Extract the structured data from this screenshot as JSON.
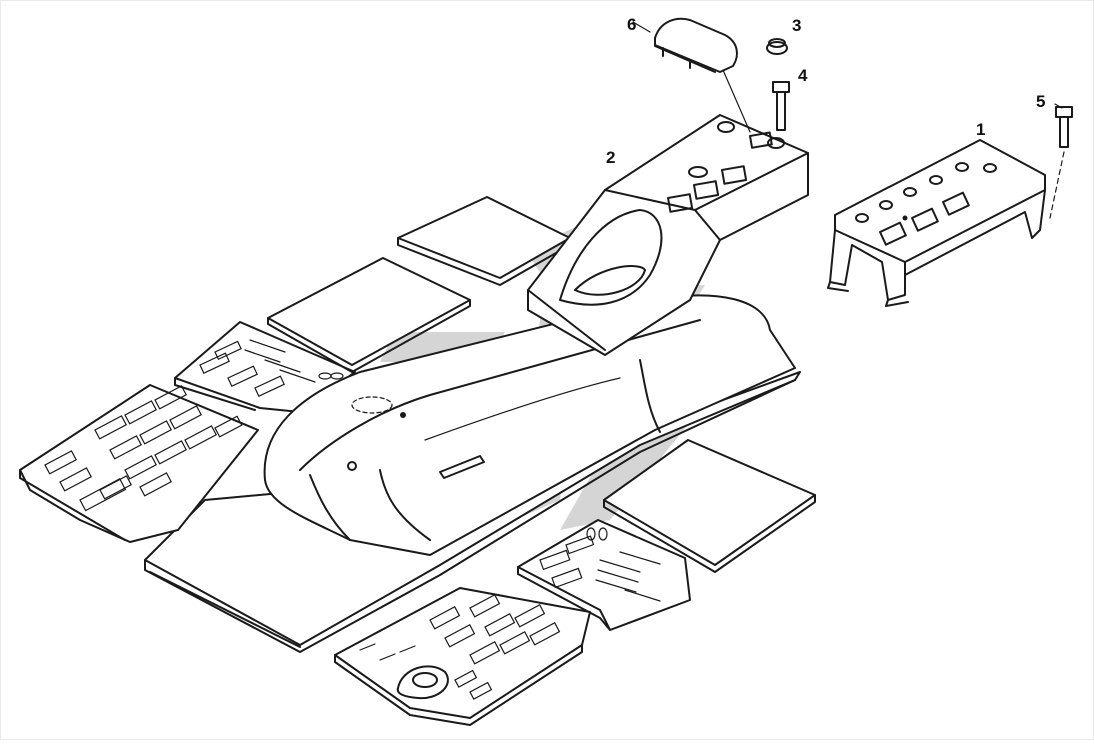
{
  "diagram": {
    "callouts": [
      {
        "id": "1",
        "label": "1"
      },
      {
        "id": "2",
        "label": "2"
      },
      {
        "id": "3",
        "label": "3"
      },
      {
        "id": "4",
        "label": "4"
      },
      {
        "id": "5",
        "label": "5"
      },
      {
        "id": "6",
        "label": "6"
      }
    ],
    "parts": [
      {
        "callout": "1",
        "part": "instrument-support-bracket"
      },
      {
        "callout": "2",
        "part": "center-console"
      },
      {
        "callout": "3",
        "part": "nut"
      },
      {
        "callout": "4",
        "part": "bolt"
      },
      {
        "callout": "5",
        "part": "bolt"
      },
      {
        "callout": "6",
        "part": "console-lid"
      }
    ],
    "line_color": "#1a1a1a",
    "watermark_color": "#c9c9c9"
  }
}
